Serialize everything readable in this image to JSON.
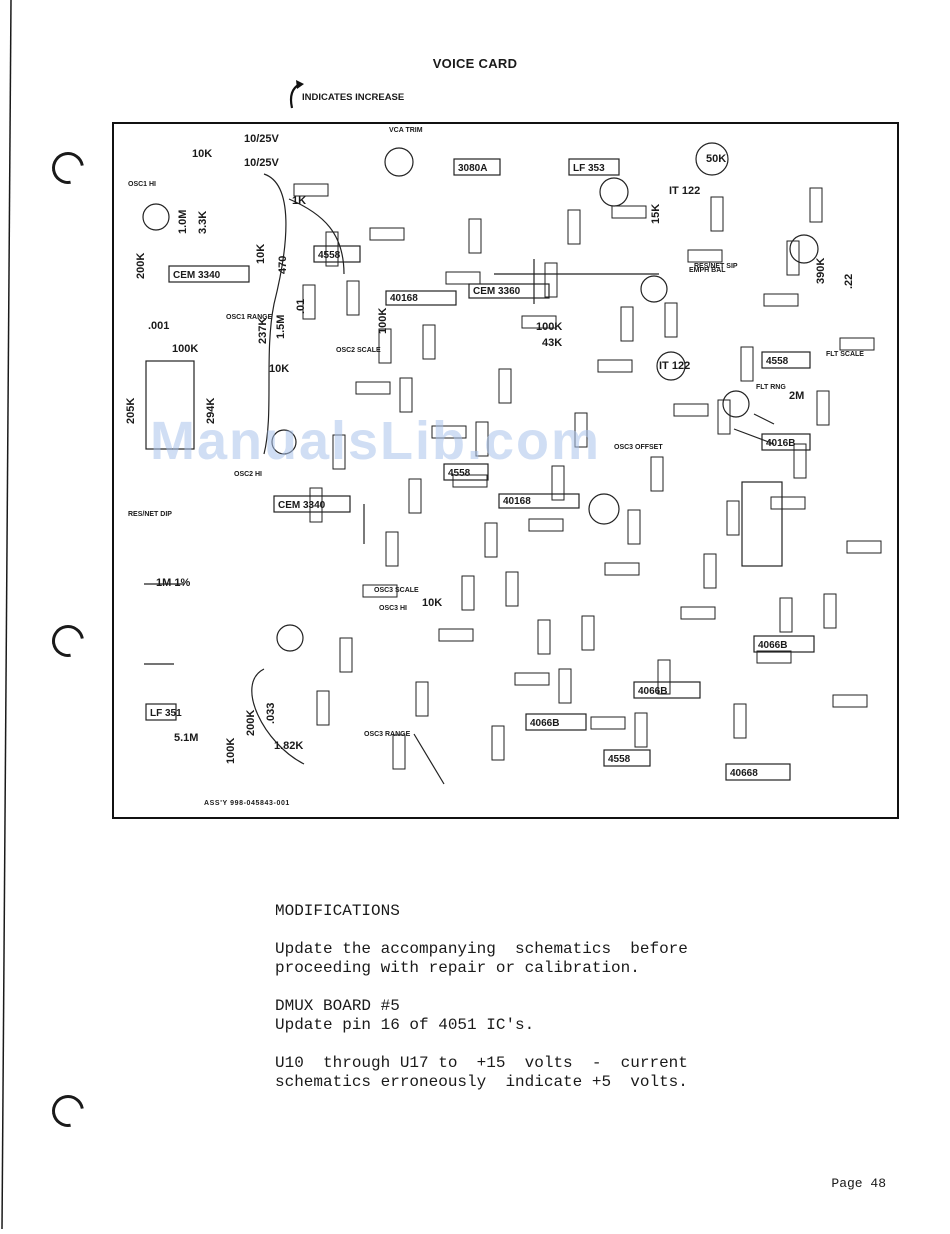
{
  "document": {
    "title": "VOICE CARD",
    "legend_text": "INDICATES INCREASE",
    "assembly_number": "ASS'Y 998-045843-001",
    "watermark": "ManualsLib.com",
    "page_number": "Page 48"
  },
  "board": {
    "ic_labels": [
      "4558",
      "CEM 3340",
      "40168",
      "CEM 3360",
      "3080A",
      "LF 353",
      "4558",
      "4016B",
      "CEM 3340",
      "40168",
      "LF 351",
      "4066B",
      "4066B",
      "4066B",
      "4558",
      "40668",
      "4558"
    ],
    "component_values": [
      "10/25V",
      "10/25V",
      "10K",
      "1.0M",
      "3.3K",
      "10K",
      "200K",
      "1K",
      "470",
      ".01",
      "237K",
      "1.5M",
      "10K",
      "100K",
      ".001",
      "294K",
      "205K",
      "100K",
      "2M",
      "390K",
      ".22",
      "IT 122",
      "IT 122",
      "50K",
      "15K",
      "100K",
      "43K",
      "1M 1%",
      "5.1M",
      "200K",
      "1.82K",
      ".033",
      "100K",
      "10K"
    ],
    "labels": [
      "VCA TRIM",
      "OSC1 HI",
      "OSC1 RANGE",
      "OSC2 SCALE",
      "OSC2 HI",
      "OSC3 SCALE",
      "OSC3 HI",
      "OSC3 RANGE",
      "FLT SCALE",
      "FLT RNG",
      "EMPH BAL",
      "OSC3 OFFSET",
      "RES/NET DIP",
      "RES/NET SIP"
    ]
  },
  "modifications": {
    "heading": "MODIFICATIONS",
    "paragraphs": [
      {
        "line1": "Update the accompanying  schematics  before",
        "line2": "proceeding with repair or calibration."
      },
      {
        "line1": "DMUX BOARD #5",
        "line2": "Update pin 16 of 4051 IC's."
      },
      {
        "line1": "U10  through U17 to  +15  volts  -  current",
        "line2": "schematics erroneously  indicate +5  volts."
      }
    ]
  }
}
